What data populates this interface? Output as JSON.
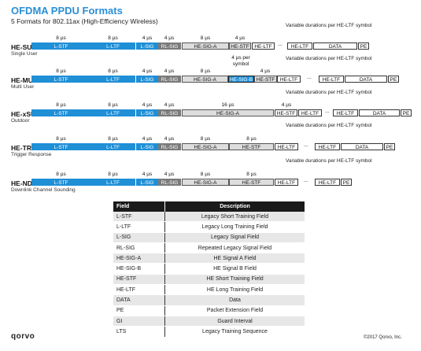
{
  "header": {
    "title": "OFDMA PPDU Formats",
    "subtitle": "5 Formats for 802.11ax (High-Efficiency Wireless)"
  },
  "formats": [
    {
      "name": "HE-SU",
      "subtitle": "Single User",
      "note": "Variable durations per HE-LTF symbol",
      "durations": [
        "8 µs",
        "8 µs",
        "4 µs",
        "4 µs",
        "8 µs",
        "4 µs"
      ],
      "fields": [
        "L-STF",
        "L-LTF",
        "L-SIG",
        "RL-SIG",
        "HE-SIG-A",
        "HE-STF",
        "HE-LTF",
        "...",
        "HE-LTF",
        "DATA",
        "PE"
      ]
    },
    {
      "name": "HE-MU",
      "subtitle": "Multi User",
      "note": "Variable durations per HE-LTF symbol",
      "durations": [
        "8 µs",
        "8 µs",
        "4 µs",
        "4 µs",
        "8 µs",
        "4 µs per symbol",
        "4 µs"
      ],
      "fields": [
        "L-STF",
        "L-LTF",
        "L-SIG",
        "RL-SIG",
        "HE-SIG-A",
        "HE-SIG-B",
        "HE-STF",
        "HE-LTF",
        "...",
        "HE-LTF",
        "DATA",
        "PE"
      ]
    },
    {
      "name": "HE-xSU",
      "subtitle": "Outdoor",
      "note": "Variable durations per HE-LTF symbol",
      "durations": [
        "8 µs",
        "8 µs",
        "4 µs",
        "4 µs",
        "16 µs",
        "4 µs"
      ],
      "fields": [
        "L-STF",
        "L-LTF",
        "L-SIG",
        "RL-SIG",
        "HE-SIG-A",
        "HE-STF",
        "HE-LTF",
        "...",
        "HE-LTF",
        "DATA",
        "PE"
      ]
    },
    {
      "name": "HE-TRIG",
      "subtitle": "Trigger Response",
      "note": "Variable durations per HE-LTF symbol",
      "durations": [
        "8 µs",
        "8 µs",
        "4 µs",
        "4 µs",
        "8 µs",
        "8 µs"
      ],
      "fields": [
        "L-STF",
        "L-LTF",
        "L-SIG",
        "RL-SIG",
        "HE-SIG-A",
        "HE-STF",
        "HE-LTF",
        "...",
        "HE-LTF",
        "DATA",
        "PE"
      ]
    },
    {
      "name": "HE-NDP",
      "subtitle": "Downlink Channel Sounding",
      "note": "Variable durations per HE-LTF symbol",
      "durations": [
        "8 µs",
        "8 µs",
        "4 µs",
        "4 µs",
        "8 µs",
        "8 µs"
      ],
      "fields": [
        "L-STF",
        "L-LTF",
        "L-SIG",
        "RL-SIG",
        "HE-SIG-A",
        "HE-STF",
        "HE-LTF",
        "...",
        "HE-LTF",
        "PE"
      ]
    }
  ],
  "legend": {
    "headers": [
      "Field",
      "Description"
    ],
    "rows": [
      [
        "L-STF",
        "Legacy Short Training Field"
      ],
      [
        "L-LTF",
        "Legacy Long Training Field"
      ],
      [
        "L-SIG",
        "Legacy Signal Field"
      ],
      [
        "RL-SIG",
        "Repeated Legacy Signal Field"
      ],
      [
        "HE-SIG-A",
        "HE Signal A Field"
      ],
      [
        "HE-SIG-B",
        "HE Signal B Field"
      ],
      [
        "HE-STF",
        "HE Short Training Field"
      ],
      [
        "HE-LTF",
        "HE Long Training Field"
      ],
      [
        "DATA",
        "Data"
      ],
      [
        "PE",
        "Packet Extension Field"
      ],
      [
        "GI",
        "Guard Interval"
      ],
      [
        "LTS",
        "Legacy Training Sequence"
      ]
    ]
  },
  "footer": {
    "logo": "qorvo",
    "copyright": "©2017 Qorvo, Inc."
  },
  "colors": {
    "legacy_blue": "#1f8fd6",
    "rl_sig_gray": "#7a7a7a",
    "he_light": "#dddddd",
    "title_blue": "#2a8fd6"
  }
}
